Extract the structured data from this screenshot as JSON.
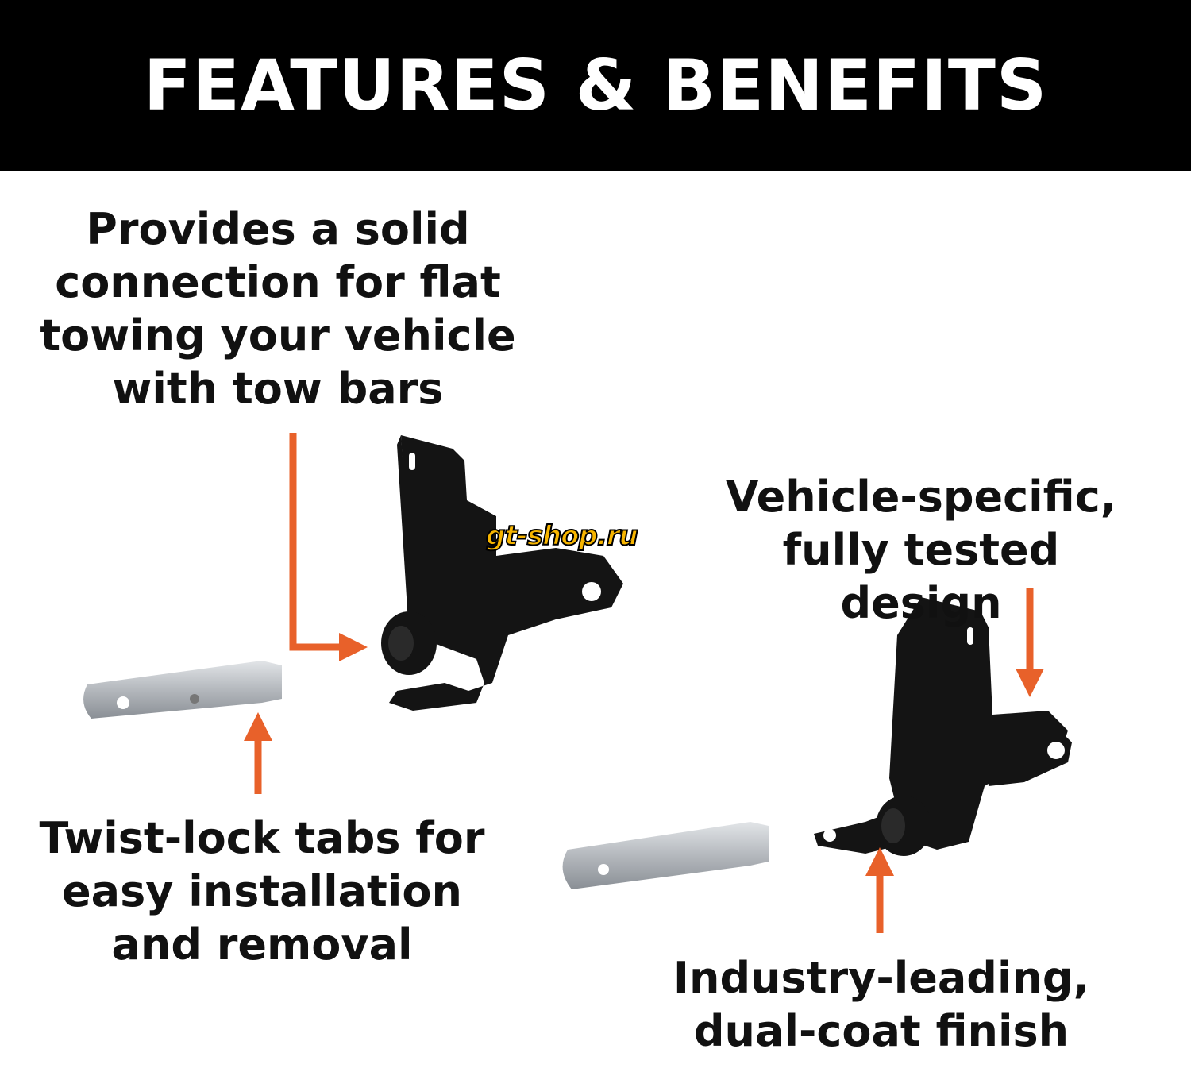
{
  "header": {
    "title": "FEATURES & BENEFITS"
  },
  "callouts": {
    "solid_connection": "Provides a solid\nconnection for flat\ntowing your vehicle\nwith tow bars",
    "vehicle_specific": "Vehicle-specific,\nfully tested design",
    "twist_lock": "Twist-lock tabs for\neasy installation\nand removal",
    "finish": "Industry-leading,\ndual-coat finish"
  },
  "watermark": "gt-shop.ru",
  "colors": {
    "arrow": "#e8612a",
    "header_bg": "#000000",
    "bracket": "#141414",
    "pin": "#b9bdc2"
  }
}
